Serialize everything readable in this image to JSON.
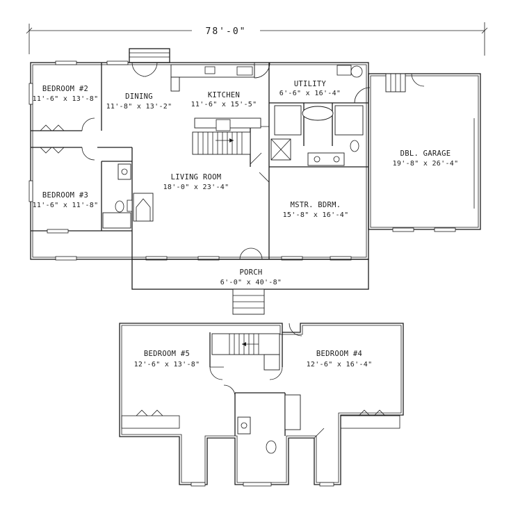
{
  "overall_dimension": "78'-0\"",
  "rooms": {
    "bedroom2": {
      "name": "BEDROOM #2",
      "size": "11'-6\" x 13'-8\""
    },
    "dining": {
      "name": "DINING",
      "size": "11'-8\" x 13'-2\""
    },
    "kitchen": {
      "name": "KITCHEN",
      "size": "11'-6\" x 15'-5\""
    },
    "utility": {
      "name": "UTILITY",
      "size": "6'-6\" x 16'-4\""
    },
    "garage": {
      "name": "DBL. GARAGE",
      "size": "19'-8\" x 26'-4\""
    },
    "living": {
      "name": "LIVING ROOM",
      "size": "18'-0\" x 23'-4\""
    },
    "bedroom3": {
      "name": "BEDROOM #3",
      "size": "11'-6\" x 11'-8\""
    },
    "master": {
      "name": "MSTR. BDRM.",
      "size": "15'-8\" x 16'-4\""
    },
    "porch": {
      "name": "PORCH",
      "size": "6'-0\" x 40'-8\""
    },
    "bedroom5": {
      "name": "BEDROOM #5",
      "size": "12'-6\" x 13'-8\""
    },
    "bedroom4": {
      "name": "BEDROOM #4",
      "size": "12'-6\" x 16'-4\""
    }
  },
  "icons": [
    "stair-arrow-icon",
    "toilet-icon",
    "tub-icon",
    "sink-icon",
    "door-swing-icon"
  ],
  "colors": {
    "line": "#1b1b1b",
    "background": "#ffffff"
  }
}
